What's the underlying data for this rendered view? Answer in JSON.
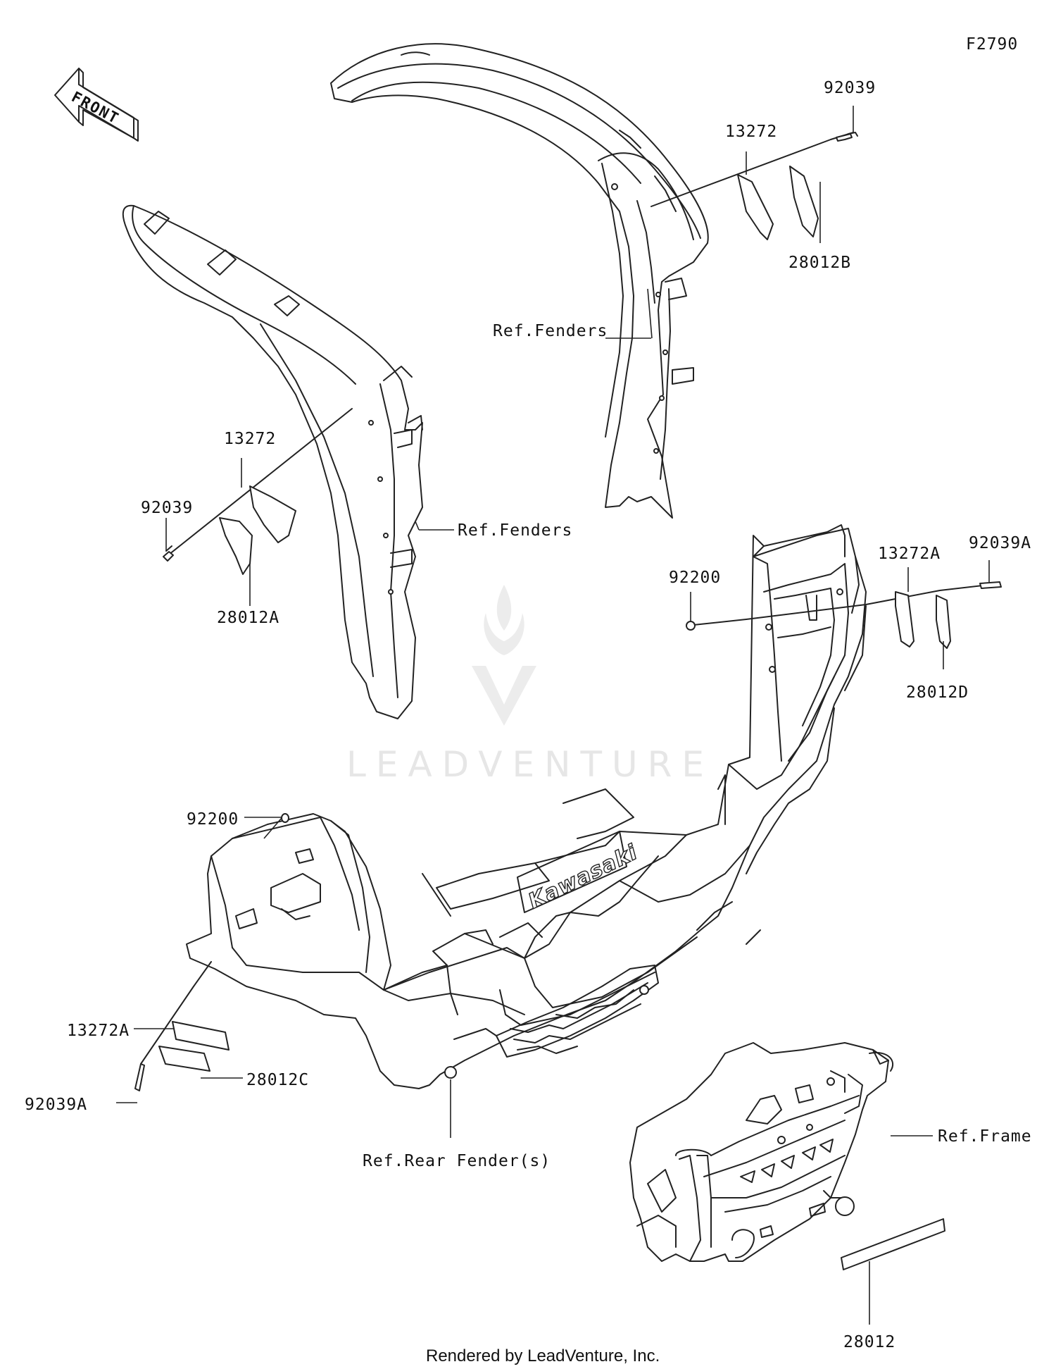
{
  "diagram_id": "F2790",
  "front_arrow": {
    "label": "FRONT",
    "icon": "front-direction-arrow-icon"
  },
  "labels": {
    "p92039_top": "92039",
    "p13272_top": "13272",
    "p28012B": "28012B",
    "ref_fenders_top": "Ref.Fenders",
    "p13272_left": "13272",
    "p92039_left": "92039",
    "ref_fenders_left": "Ref.Fenders",
    "p28012A": "28012A",
    "p92200_right": "92200",
    "p13272A_right": "13272A",
    "p92039A_right": "92039A",
    "p28012D": "28012D",
    "p92200_left": "92200",
    "p13272A_left": "13272A",
    "p28012C": "28012C",
    "p92039A_left": "92039A",
    "ref_rear_fender": "Ref.Rear Fender(s)",
    "ref_frame": "Ref.Frame",
    "p28012": "28012"
  },
  "brand_decal": "Kawasaki",
  "watermark": "LEADVENTURE",
  "footer": "Rendered by LeadVenture, Inc."
}
